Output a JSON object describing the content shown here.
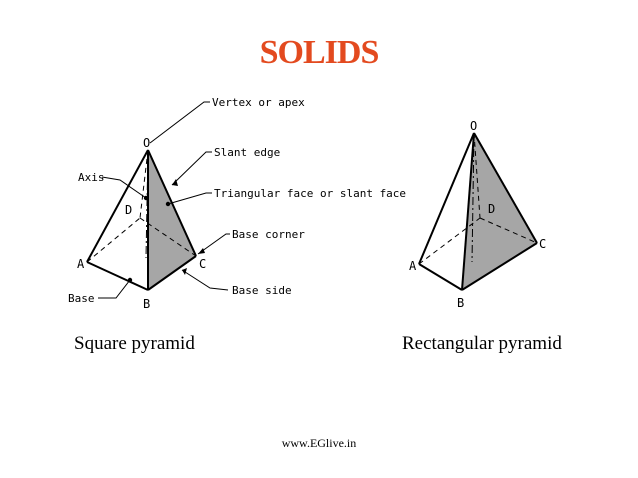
{
  "title": "SOLIDS",
  "colors": {
    "title": "#E34A1F",
    "face": "#A6A6A6",
    "line": "#000000"
  },
  "left_figure": {
    "caption": "Square pyramid",
    "vertices": {
      "apex": "O",
      "a": "A",
      "b": "B",
      "c": "C",
      "d": "D"
    },
    "callouts": {
      "vertex": "Vertex or apex",
      "slant_edge": "Slant edge",
      "triangular_face": "Triangular face or slant face",
      "base_corner": "Base corner",
      "base_side": "Base side",
      "axis": "Axis",
      "base": "Base"
    }
  },
  "right_figure": {
    "caption": "Rectangular pyramid",
    "vertices": {
      "apex": "O",
      "a": "A",
      "b": "B",
      "c": "C",
      "d": "D"
    }
  },
  "footer": "www.EGlive.in"
}
